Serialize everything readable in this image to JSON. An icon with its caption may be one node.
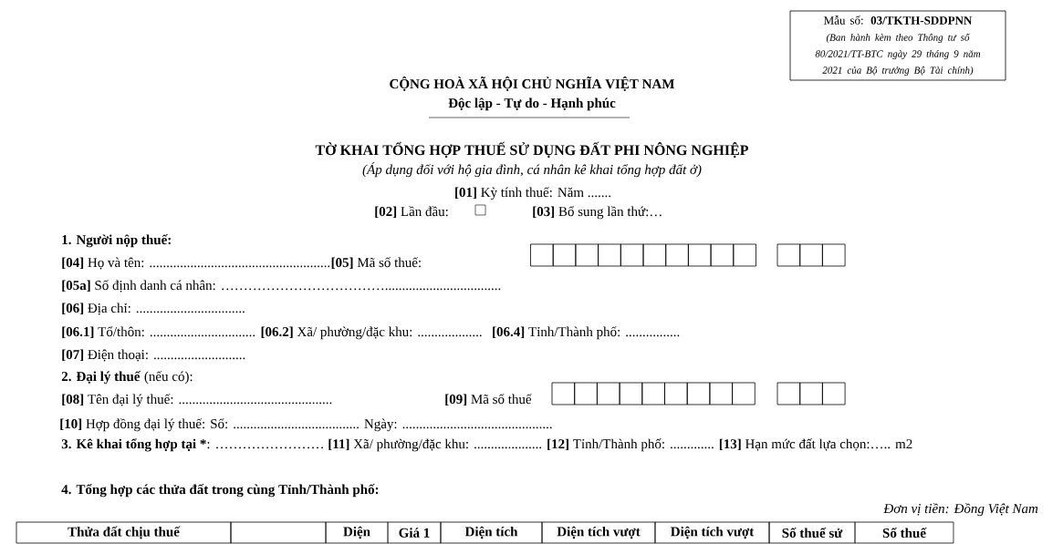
{
  "diagram": {
    "title": "TỜ KHAI TỔNG HỢP THUẾ SỬ DỤNG ĐẤT PHI NÔNG NGHIỆP",
    "nodes": [
      {
        "text": [
          "Mẫu số: **03/TKTH-SDDPNN**",
          "(Ban hành kèm theo Thông tư số 80/2021/TT-BTC ngày 29 tháng 9 năm 2021 của Bộ trưởng Bộ Tài chính)"
        ]
      }
    ],
    "labels": [
      "CỘNG HOÀ XÃ HỘI CHỦ NGHĨA VIỆT NAM",
      "Độc lập - Tự do - Hạnh phúc",
      "(Áp dụng đối với hộ gia đình, cá nhân kê khai tổng hợp đất ở)",
      "**[01]** Kỳ tính thuế: Năm .......",
      "**[02]** Lần đầu:",
      "**[03]** Bổ sung lần thứ:…",
      "1. Người nộp thuế:",
      "**[04]** Họ và tên: .....................................................",
      "**[05]** Mã số thuế:",
      "**[05a]** Số định danh cá nhân: ………………………………..................................",
      "**[06]** Địa chỉ: ................................",
      "**[06.1]** Tổ/thôn: ...............................",
      "**[06.2]** Xã/ phường/đặc khu: ...................",
      "**[06.4]** Tỉnh/Thành phố: ................",
      "**[07]** Điện thoại: ...........................",
      "**2. Đại lý thuế** (nếu có):",
      "**[08]** Tên đại lý thuế: .............................................",
      "**[09]** Mã số thuế",
      "**[10]** Hợp đồng đại lý thuế: Số: ..................................... Ngày: ............................................",
      "3. Kê khai tổng hợp tại *",
      ": …………………… **[11]** Xã/ phường/đặc khu: .................... **[12]** Tỉnh/Thành phố: ............. **[13]** Hạn mức đất lựa chọn:….. m2",
      "4. Tổng hợp các thửa đất trong cùng Tỉnh/Thành phố:",
      "Đơn vị tiền: Đồng Việt Nam",
      "Thửa đất chịu thuế",
      "Diện",
      "Giá 1",
      "Diện tích",
      "Diện tích vượt",
      "Diện tích vượt",
      "Số thuế sử",
      "Số thuế"
    ]
  }
}
